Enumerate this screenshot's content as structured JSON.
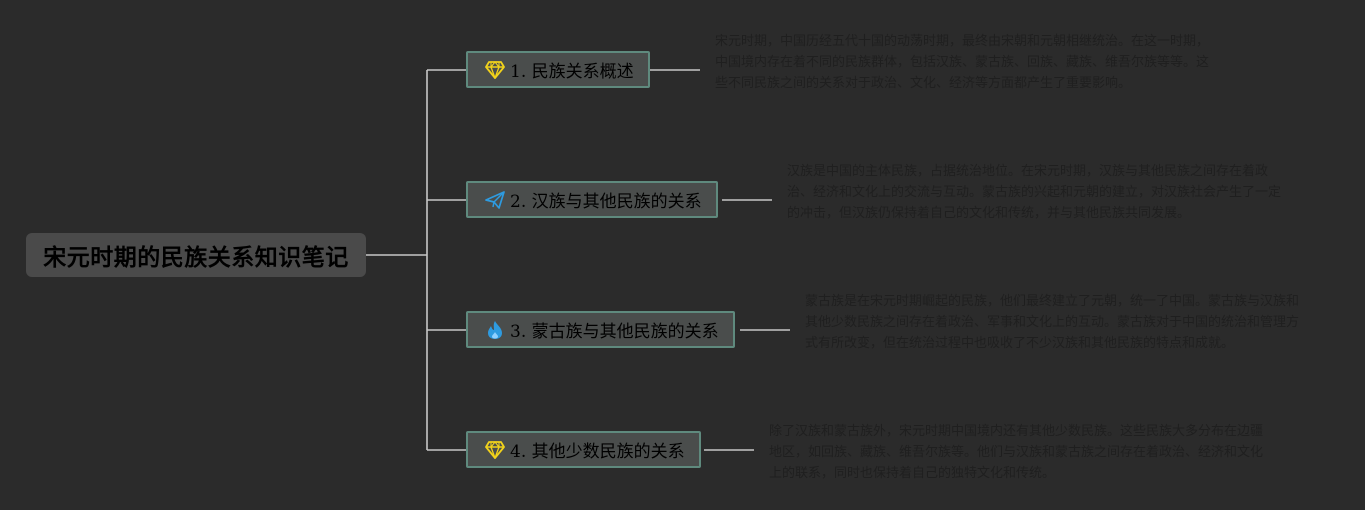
{
  "root": {
    "title": "宋元时期的民族关系知识笔记"
  },
  "topics": [
    {
      "label": "1. 民族关系概述",
      "icon": "gem-icon",
      "note": "宋元时期，中国历经五代十国的动荡时期，最终由宋朝和元朝相继统治。在这一时期，中国境内存在着不同的民族群体，包括汉族、蒙古族、回族、藏族、维吾尔族等等。这些不同民族之间的关系对于政治、文化、经济等方面都产生了重要影响。"
    },
    {
      "label": "2. 汉族与其他民族的关系",
      "icon": "paper-plane-icon",
      "note": "汉族是中国的主体民族，占据统治地位。在宋元时期，汉族与其他民族之间存在着政治、经济和文化上的交流与互动。蒙古族的兴起和元朝的建立，对汉族社会产生了一定的冲击，但汉族仍保持着自己的文化和传统，并与其他民族共同发展。"
    },
    {
      "label": "3. 蒙古族与其他民族的关系",
      "icon": "flame-icon",
      "note": "蒙古族是在宋元时期崛起的民族，他们最终建立了元朝，统一了中国。蒙古族与汉族和其他少数民族之间存在着政治、军事和文化上的互动。蒙古族对于中国的统治和管理方式有所改变，但在统治过程中也吸收了不少汉族和其他民族的特点和成就。"
    },
    {
      "label": "4. 其他少数民族的关系",
      "icon": "gem-icon",
      "note": "除了汉族和蒙古族外，宋元时期中国境内还有其他少数民族。这些民族大多分布在边疆地区，如回族、藏族、维吾尔族等。他们与汉族和蒙古族之间存在着政治、经济和文化上的联系，同时也保持着自己的独特文化和传统。"
    }
  ],
  "colors": {
    "background": "#2b2b2b",
    "connector": "#c8c8c8",
    "topic_border": "#5f8a7e",
    "gem": "#f2d21b",
    "plane": "#2e9be0",
    "flame": "#2e9be0"
  }
}
